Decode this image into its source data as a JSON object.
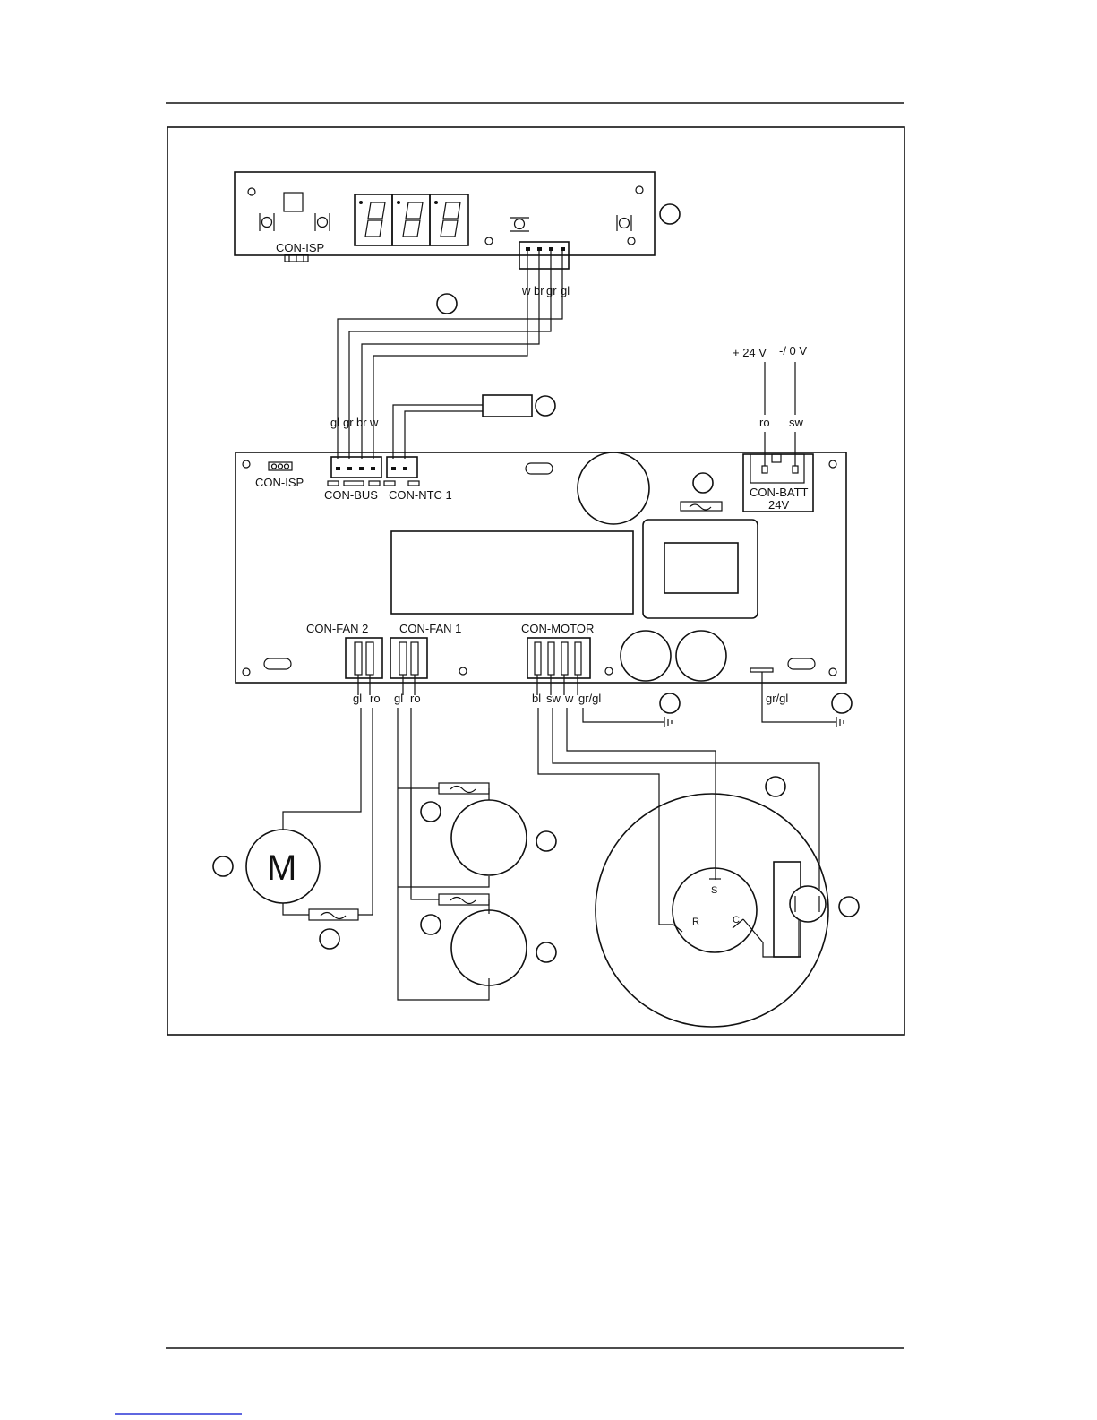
{
  "display_board": {
    "connector": "CON-ISP",
    "wire_labels": [
      "w",
      "br",
      "gr",
      "gl"
    ]
  },
  "main_board": {
    "connectors": {
      "isp": "CON-ISP",
      "bus": "CON-BUS",
      "ntc": "CON-NTC 1",
      "batt_line1": "CON-BATT",
      "batt_line2": "24V",
      "fan2": "CON-FAN 2",
      "fan1": "CON-FAN 1",
      "motor": "CON-MOTOR"
    },
    "bus_wire_labels": [
      "gl",
      "gr",
      "br",
      "w"
    ],
    "batt_wire_labels": [
      "ro",
      "sw"
    ],
    "fan2_wire_labels": [
      "gl",
      "ro"
    ],
    "fan1_wire_labels": [
      "gl",
      "ro"
    ],
    "motor_wire_labels": [
      "bl",
      "sw",
      "w",
      "gr/gl"
    ],
    "ground_wire_label": "gr/gl"
  },
  "power": {
    "positive": "+ 24 V",
    "negative": "-/ 0 V"
  },
  "fan_motor": {
    "symbol": "M"
  },
  "compressor": {
    "terminals": [
      "S",
      "R",
      "C"
    ]
  },
  "colors": {
    "line": "#111111",
    "background": "#ffffff",
    "link_underline": "#2a35d6"
  }
}
